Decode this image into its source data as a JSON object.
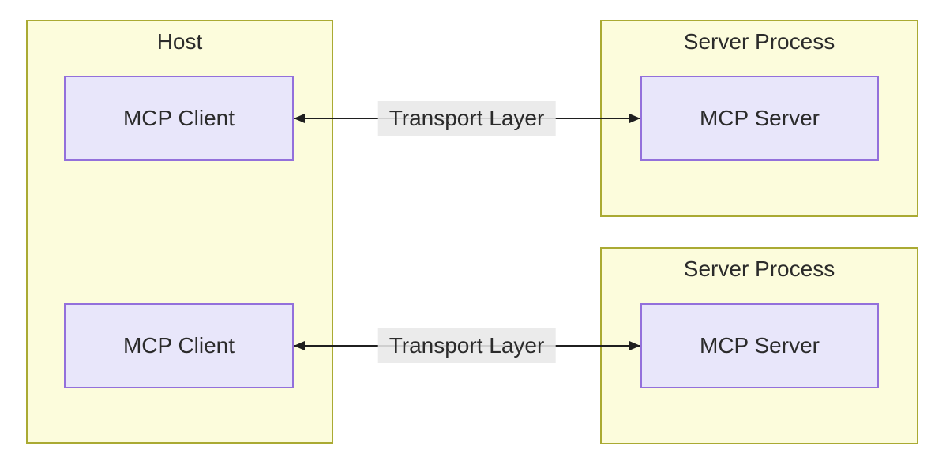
{
  "diagram": {
    "type": "architecture-flowchart",
    "host_group": {
      "title": "Host",
      "nodes": [
        {
          "label": "MCP Client"
        },
        {
          "label": "MCP Client"
        }
      ]
    },
    "server_groups": [
      {
        "title": "Server Process",
        "nodes": [
          {
            "label": "MCP Server"
          }
        ]
      },
      {
        "title": "Server Process",
        "nodes": [
          {
            "label": "MCP Server"
          }
        ]
      }
    ],
    "edges": [
      {
        "label": "Transport Layer",
        "from": "MCP Client",
        "to": "MCP Server",
        "direction": "bidirectional"
      },
      {
        "label": "Transport Layer",
        "from": "MCP Client",
        "to": "MCP Server",
        "direction": "bidirectional"
      }
    ],
    "colors": {
      "background": "#ffffff",
      "group_fill": "#fcfcdc",
      "group_border": "#aaaa33",
      "node_fill": "#e8e6fa",
      "node_border": "#9370db",
      "edge_label_bg": "#e8e8e8",
      "line": "#1f1f1f",
      "text": "#2b2b2b"
    }
  }
}
